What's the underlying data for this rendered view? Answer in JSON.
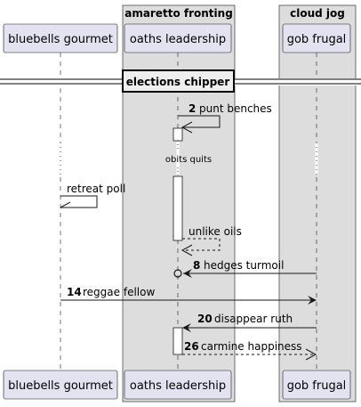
{
  "boxes": [
    {
      "title": "amaretto fronting"
    },
    {
      "title": "cloud jog"
    }
  ],
  "participants": [
    {
      "name": "bluebells gourmet"
    },
    {
      "name": "oaths leadership"
    },
    {
      "name": "gob frugal"
    }
  ],
  "divider": {
    "title": "elections chipper"
  },
  "delay": {
    "label": "obits quits"
  },
  "messages": [
    {
      "num": "2",
      "text": "punt benches"
    },
    {
      "num": "",
      "text": "retreat poll"
    },
    {
      "num": "",
      "text": "unlike oils"
    },
    {
      "num": "8",
      "text": "hedges turmoil"
    },
    {
      "num": "14",
      "text": "reggae fellow"
    },
    {
      "num": "20",
      "text": "disappear ruth"
    },
    {
      "num": "26",
      "text": "carmine happiness"
    }
  ],
  "colors": {
    "box_fill": "#DDDDDD",
    "participant_fill": "#E2E2F0",
    "participant_stroke": "#181818",
    "activation_fill": "#FFFFFF"
  }
}
